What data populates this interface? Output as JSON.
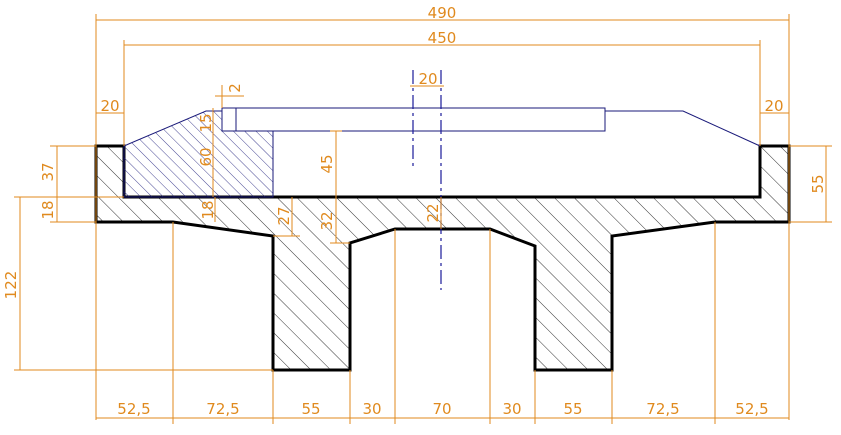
{
  "dimensions": {
    "total_width": "490",
    "inner_width": "450",
    "left_edge": "20",
    "right_edge": "20",
    "gap_top": "2",
    "axis_gap": "20",
    "thick_15": "15",
    "thick_60": "60",
    "curb_37": "37",
    "slab_18": "18",
    "slab_18_inner": "18",
    "haunch_27": "27",
    "web_45": "45",
    "web_32": "32",
    "center_22": "22",
    "right_55": "55",
    "height_122": "122",
    "bottom": [
      "52,5",
      "72,5",
      "55",
      "30",
      "70",
      "30",
      "55",
      "72,5",
      "52,5"
    ]
  },
  "colors": {
    "dimension": "#e08a1e",
    "outline": "#000000",
    "detail": "#1a1a7a"
  }
}
